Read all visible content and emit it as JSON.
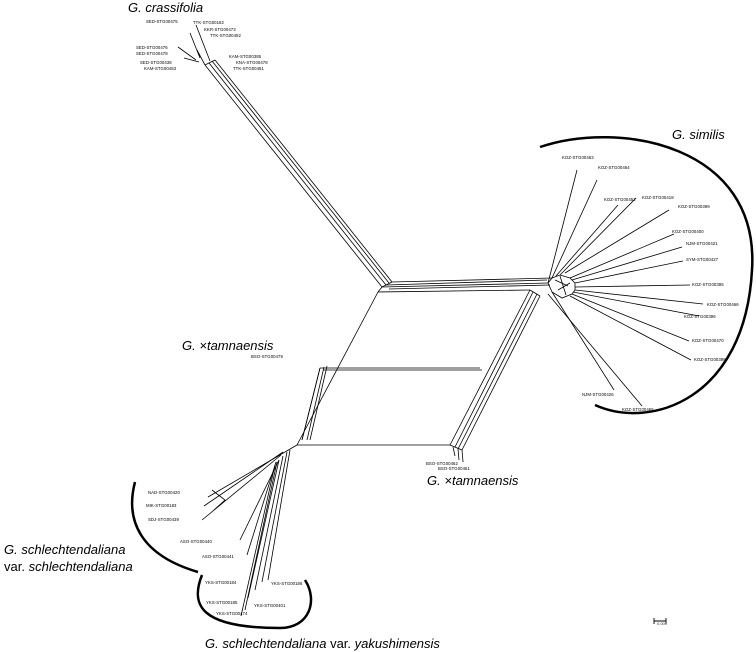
{
  "groups": {
    "crassifolia": "G. crassifolia",
    "similis": "G. similis",
    "tamnaensis_top_genus": "G.",
    "tamnaensis_top_epithet": "×tamnaensis",
    "tamnaensis_bottom_genus": "G.",
    "tamnaensis_bottom_epithet": "×tamnaensis",
    "schlechtendaliana_line1_genus": "G.",
    "schlechtendaliana_line1_epithet": "schlechtendaliana",
    "schlechtendaliana_line2_var": "var.",
    "schlechtendaliana_line2_epithet": "schlechtendaliana",
    "yakushimensis_genus": "G.",
    "yakushimensis_species": "schlechtendaliana",
    "yakushimensis_var": "var.",
    "yakushimensis_epithet": "yakushimensis"
  },
  "taxa": {
    "crassifolia": [
      "SED-STG00475",
      "TTK-STG00182",
      "KKR-STG00473",
      "TTK-STG00452",
      "SED-STG00476",
      "SED-STG00478",
      "KAM-STG00385",
      "SED-STG00438",
      "KNA-STG00478",
      "KAM-STG00453",
      "TTK-STG00451"
    ],
    "similis": [
      "KOZ-STG00463",
      "KOZ-STG00464",
      "KOZ-STG00418",
      "KOZ-STG00452",
      "KOZ-STG00399",
      "KOZ-STG00400",
      "NJM-STG00421",
      "SYM-STG00427",
      "KOZ-STG00395",
      "KOZ-STG00466",
      "KOZ-STG00396",
      "KOZ-STG00470",
      "KOZ-STG00398",
      "NJM-STG00426",
      "KOZ-STG00465"
    ],
    "tamnaensis_top": [
      "BSO-STG00479"
    ],
    "tamnaensis_bottom": [
      "BSO-STG00462",
      "BSO-STG00461"
    ],
    "schlechtendaliana": [
      "NAD-STG00420",
      "MIK-STG00183",
      "SDJ-STG00439",
      "ASO-STG00440",
      "ASO-STG00441"
    ],
    "yakushimensis": [
      "YKS-STG00184",
      "YKS-STG00186",
      "YKS-STG00185",
      "YKS-STG00401",
      "YKS-STG00474"
    ]
  },
  "scale_bar_label": "0.001"
}
